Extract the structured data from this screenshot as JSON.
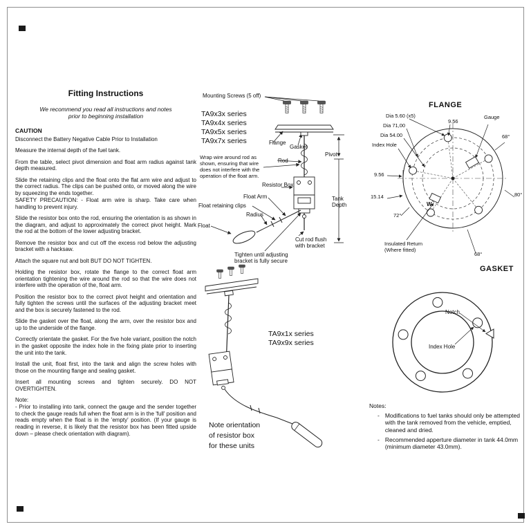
{
  "instructions": {
    "title": "Fitting Instructions",
    "intro": "We recommend you read all instructions and notes\nprior to beginning installation",
    "caution_label": "CAUTION",
    "caution_text": "Disconnect the Battery Negative Cable Prior to Installation",
    "paragraphs": [
      "Measure the internal depth of the fuel tank.",
      "From the table, select pivot dimension and float arm radius against tank depth measured.",
      "Slide the retaining clips and the float onto the flat arm wire and adjust to the correct radius.  The clips can be pushed onto, or moved along the wire by squeezing the ends together.\nSAFETY PRECAUTION: - Float arm wire is sharp.  Take care when handling to prevent injury.",
      "SIide the resistor box onto the rod, ensuring the orientation is as shown in the diagram, and adjust to approximately the correct pivot height.  Mark the rod at the bottom of the lower adjusting bracket.",
      "Remove the resistor box and cut off the excess rod below the adjusting bracket with a hacksaw.",
      "Attach the square nut and bolt BUT DO NOT TIGHTEN.",
      "Holding the resistor box, rotate the flange to the correct float arm orientation tightening the wire around the rod so that the wire does not interfere with the operation of the, float arm.",
      "Position the resistor box to the correct pivot height and orientation and fully tighten the screws until the surfaces of the adjusting bracket meet and the box is securely fastened to the rod.",
      "Slide the gasket over the float, along the arm, over the resistor box and up to the underside of the flange.",
      "Correctly orientate the gasket.  For the five hole variant, position the notch in the gasket opposite the index hole in the fixing plate prior to inserting the unit into the tank.",
      "Install the unit, float first, into the tank and align the screw holes with those on the mounting flange and sealing gasket.",
      "Insert all mounting screws and tighten securely.   DO NOT OVERTIGHTEN."
    ],
    "note": "Note:\n- Prior to installing into tank, connect the gauge and the sender together to check the gauge reads full when the float arm is in the 'full' position and reads empty when the float is in the 'empty' position.  (If your gauge is reading in reverse, it is likely that the resistor box has been fitted upside down – please check orientation with diagram)."
  },
  "main_diagram": {
    "mounting_screws_label": "Mounting Screws (5 off)",
    "series": [
      "TA9x3x series",
      "TA9x4x series",
      "TA9x5x series",
      "TA9x7x series"
    ],
    "labels": {
      "flange": "Flange",
      "gasket": "Gasket",
      "pivot": "Pivot",
      "rod": "Rod",
      "resistor_box": "Resistor Box",
      "float_arm": "Float Arm",
      "clips": "Float retaining clips",
      "radius": "Radius",
      "float": "Float",
      "tank_depth": "Tank Depth",
      "wrap_wire": "Wrap wire around rod  as shown, ensuring that wire does not interfere with the operation of the float arm.",
      "cut_rod": "Cut rod flush with bracket",
      "tighten": "Tighten until adjusting bracket is fully secure"
    }
  },
  "lower_diagram": {
    "series": [
      "TA9x1x series",
      "TA9x9x series"
    ],
    "note": "Note  orientation\nof resistor box\nfor these units"
  },
  "flange_detail": {
    "heading": "FLANGE",
    "labels": {
      "dia_holes": "Dia 5.60 (x5)",
      "dia_outer": "Dia 71,00",
      "dia_inner": "Dia 54.00",
      "index_hole": "Index Hole",
      "gauge": "Gauge",
      "dim_top": "9.56",
      "dim_left": "9.56",
      "dim_left2": "15.14",
      "angle_tr": "68°",
      "angle_r": "80°",
      "angle_bl": "72°",
      "angle_b": "68°",
      "w_mark": "W",
      "insulated_return": "Insulated Return\n(Where fitted)"
    }
  },
  "gasket_detail": {
    "heading": "GASKET",
    "notch": "Notch",
    "index_hole": "Index Hole"
  },
  "notes": {
    "heading": "Notes:",
    "bullet": "-",
    "items": [
      "Modifications to fuel tanks should only be attempted with the tank removed from the vehicle, emptied, cleaned and dried.",
      "Recommended apperture diameter in tank 44.0mm (minimum diameter 43.0mm)."
    ]
  }
}
